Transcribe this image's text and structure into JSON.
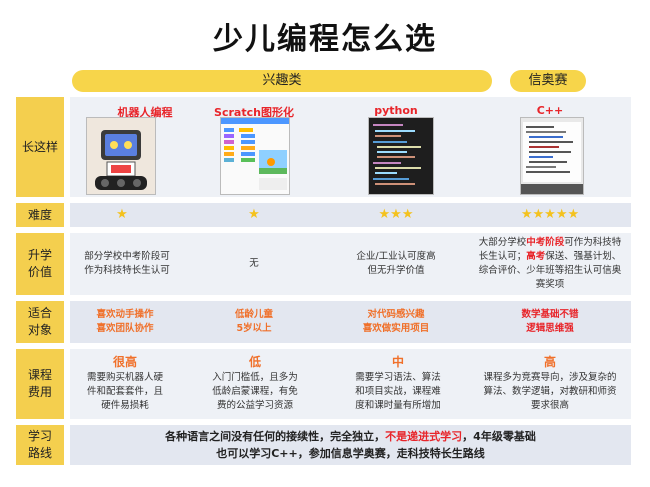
{
  "title": "少儿编程怎么选",
  "categories": {
    "interest": "兴趣类",
    "olympiad": "信奥赛"
  },
  "rows": {
    "appearance": "长这样",
    "difficulty": "难度",
    "value": "升学\n价值",
    "audience": "适合\n对象",
    "cost": "课程\n费用",
    "path": "学习\n路线"
  },
  "columns": [
    {
      "name": "机器人编程",
      "stars": "★",
      "value_lines": [
        "部分学校中考阶段可",
        "作为科技特长生认可"
      ],
      "audience_lines": [
        "喜欢动手操作",
        "喜欢团队协作"
      ],
      "cost_level": "很高",
      "cost_lines": [
        "需要购买机器人硬",
        "件和配套套件，且",
        "硬件易损耗"
      ]
    },
    {
      "name": "Scratch图形化",
      "stars": "★",
      "value_lines": [
        "无"
      ],
      "audience_lines": [
        "低龄儿童",
        "5岁以上"
      ],
      "cost_level": "低",
      "cost_lines": [
        "入门门槛低，且多为",
        "低龄启蒙课程，有免",
        "费的公益学习资源"
      ]
    },
    {
      "name": "python",
      "stars": "★★★",
      "value_lines": [
        "企业/工业认可度高",
        "但无升学价值"
      ],
      "audience_lines": [
        "对代码感兴趣",
        "喜欢做实用项目"
      ],
      "cost_level": "中",
      "cost_lines": [
        "需要学习语法、算法",
        "和项目实战，课程难",
        "度和课时量有所增加"
      ]
    },
    {
      "name": "C++",
      "stars": "★★★★★",
      "value_parts": {
        "l1a": "大部分学校",
        "l1b": "中考阶段",
        "l1c": "可作为科技特",
        "l2a": "长生认可；",
        "l2b": "高考",
        "l2c": "保送、强基计划、",
        "l3": "综合评价、少年班等招生认可信奥",
        "l4": "赛奖项"
      },
      "audience_lines": [
        "数学基础不错",
        "逻辑思维强"
      ],
      "cost_level": "高",
      "cost_lines": [
        "课程多为竞赛导向，涉及复杂的",
        "算法、数学逻辑，对教研和师资",
        "要求很高"
      ]
    }
  ],
  "path_text": {
    "p1a": "各种语言之间没有任何的接续性，完全独立，",
    "p1b": "不是递进式学习",
    "p1c": "，4年级零基础",
    "p2": "也可以学习C++，参加信息学奥赛，走科技特长生路线"
  },
  "colors": {
    "accent": "#f4cf4e",
    "highlight": "#e8252a",
    "cost": "#f0702a",
    "row_bg": "#e3e7f0"
  }
}
